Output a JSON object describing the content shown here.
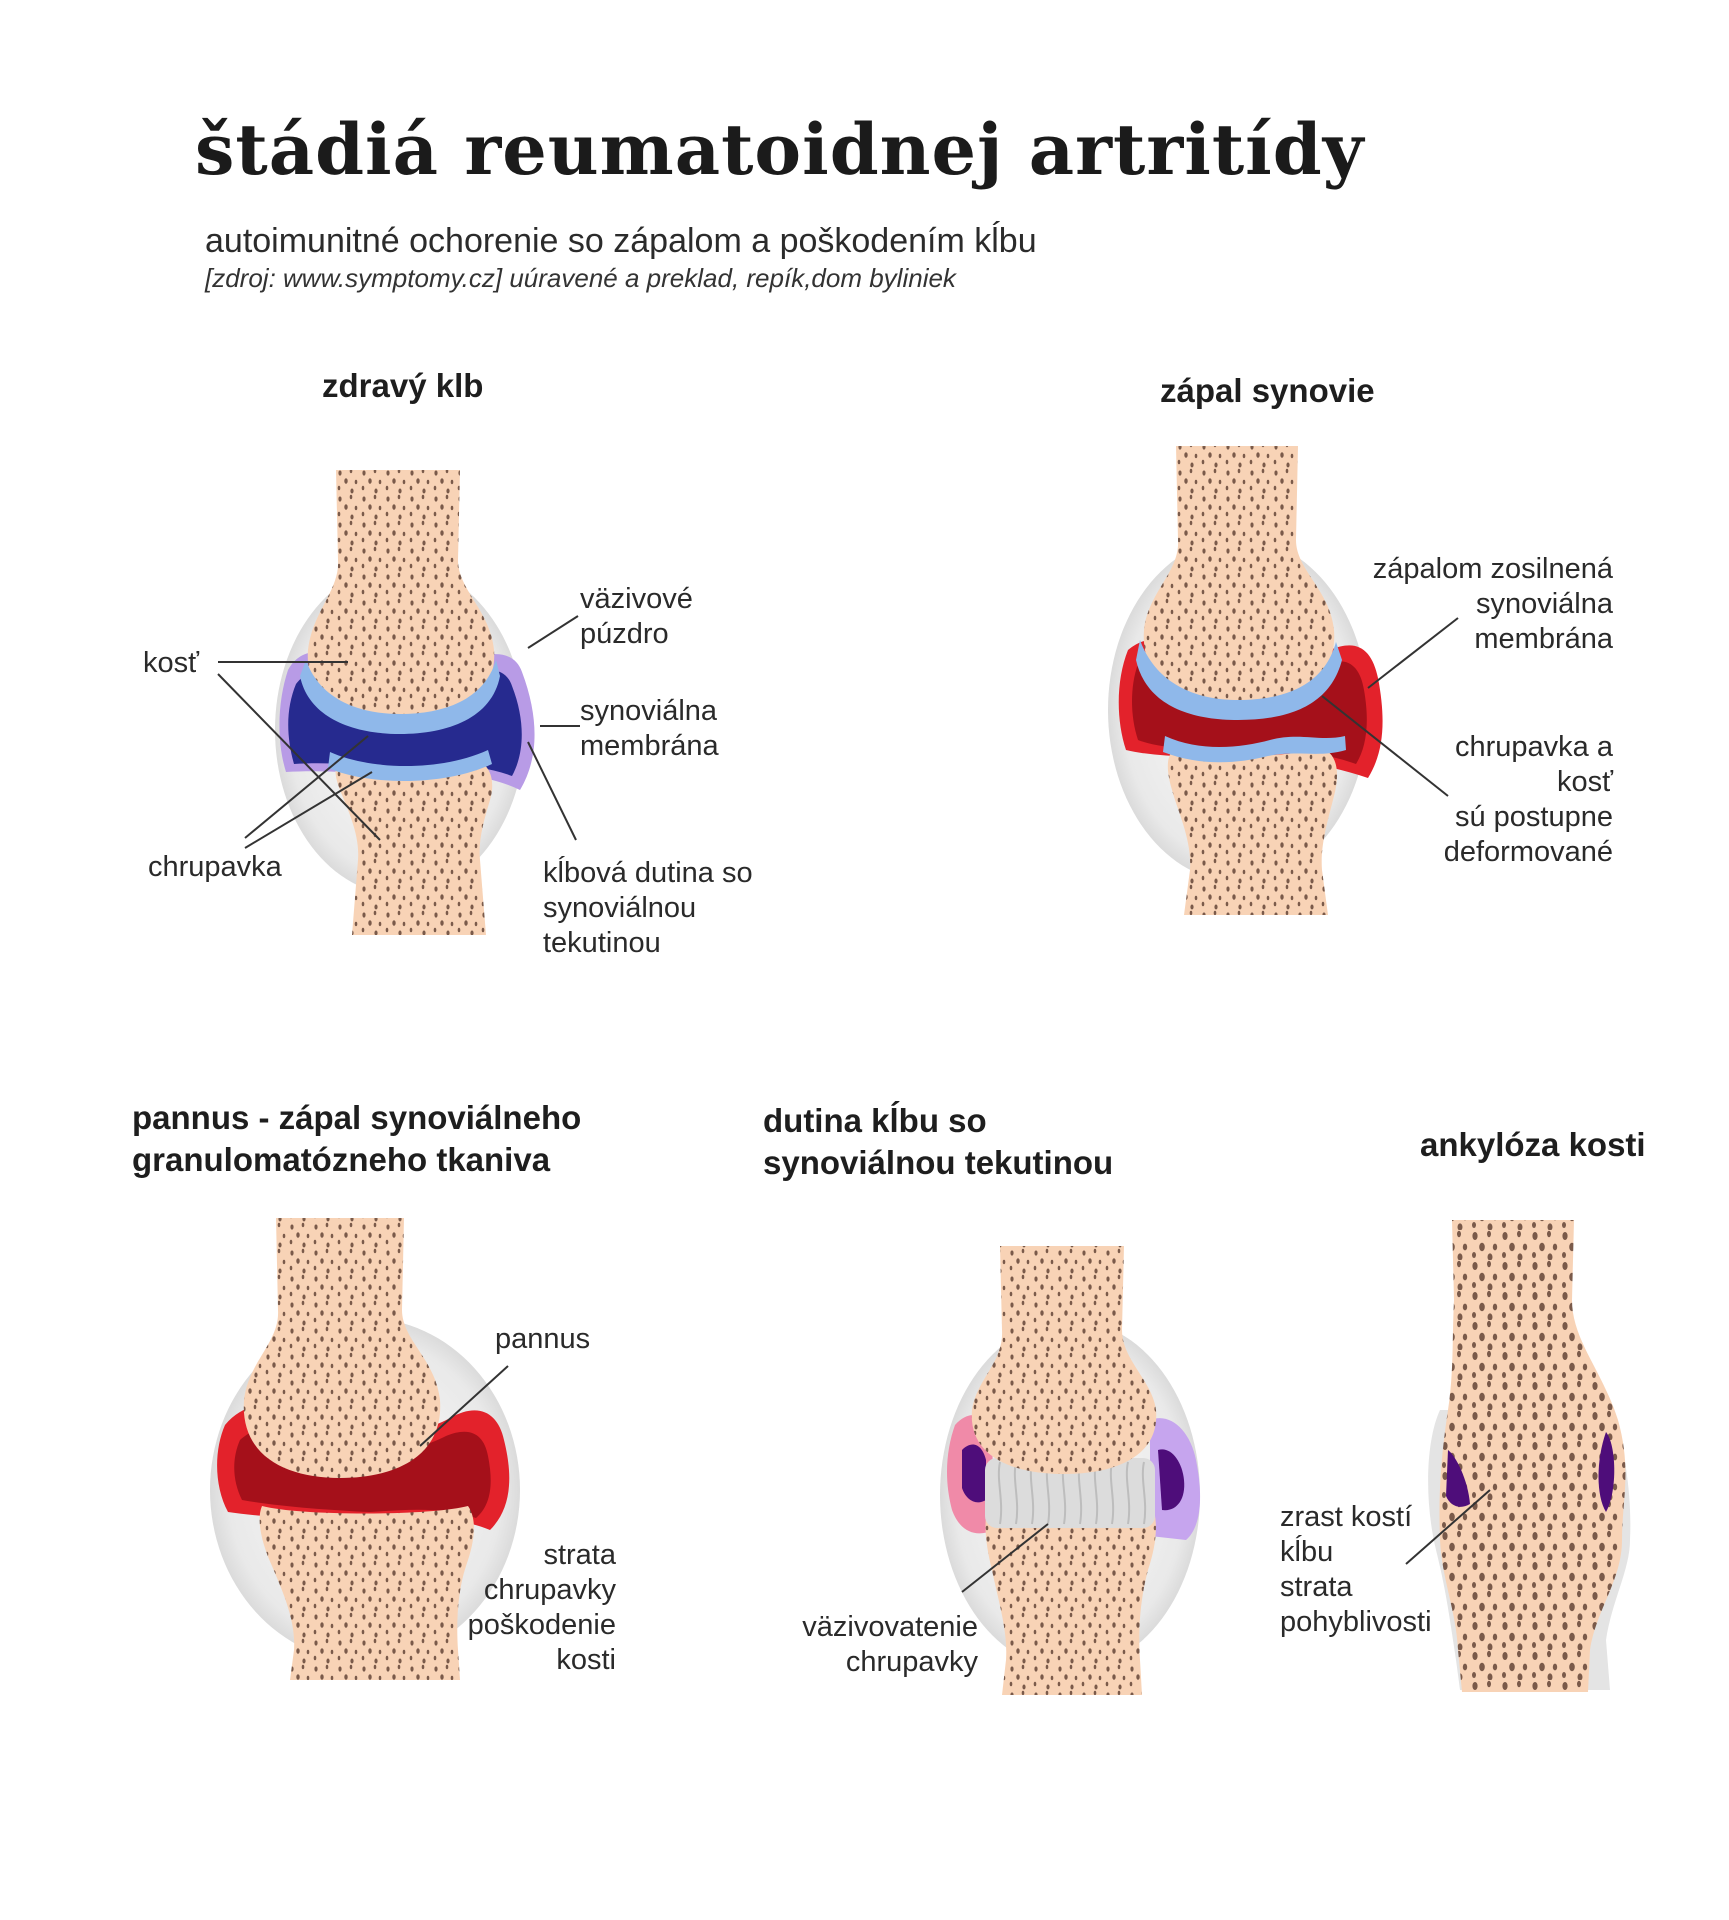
{
  "title": "štádiá reumatoidnej artritídy",
  "subtitle": "autoimunitné ochorenie so zápalom a poškodením kĺbu",
  "source": "[zdroj: www.symptomy.cz] uúravené a preklad, repík,dom byliniek",
  "panels": {
    "healthy": {
      "title": "zdravý klb",
      "labels": {
        "bone": "kosť",
        "cartilage": "chrupavka",
        "capsule_1": "väzivové",
        "capsule_2": "púzdro",
        "membrane_1": "synoviálna",
        "membrane_2": "membrána",
        "cavity_1": "kĺbová dutina so",
        "cavity_2": "synoviálnou",
        "cavity_3": "tekutinou"
      }
    },
    "synovitis": {
      "title": "zápal synovie",
      "labels": {
        "inflamed_1": "zápalom zosilnená",
        "inflamed_2": "synoviálna",
        "inflamed_3": "membrána",
        "deform_1": "chrupavka a",
        "deform_2": "kosť",
        "deform_3": "sú postupne",
        "deform_4": "deformované"
      }
    },
    "pannus": {
      "title_1": "pannus - zápal synoviálneho",
      "title_2": "granulomatózneho tkaniva",
      "labels": {
        "pannus": "pannus",
        "loss_1": "strata",
        "loss_2": "chrupavky",
        "loss_3": "poškodenie",
        "loss_4": "kosti"
      }
    },
    "fibrous": {
      "title_1": "dutina kĺbu so",
      "title_2": "synoviálnou tekutinou",
      "labels": {
        "fib_1": "väzivovatenie",
        "fib_2": "chrupavky"
      }
    },
    "ankylosis": {
      "title": "ankylóza kosti",
      "labels": {
        "a_1": "zrast kostí",
        "a_2": "kĺbu",
        "a_3": "strata",
        "a_4": "pohyblivosti"
      }
    }
  },
  "colors": {
    "bone": "#f8d3b6",
    "bone_pore": "#6e5448",
    "capsule": "#e6e6e6",
    "fluid_healthy": "#262a8f",
    "cartilage": "#8fb8ea",
    "membrane": "#b79be6",
    "inflamed_red": "#e3222b",
    "inflamed_dark": "#a5101a",
    "fibrous": "#dcdcdc",
    "purple": "#4e0d7a",
    "violet_light": "#c6a5ee",
    "pink": "#f08aa8"
  }
}
